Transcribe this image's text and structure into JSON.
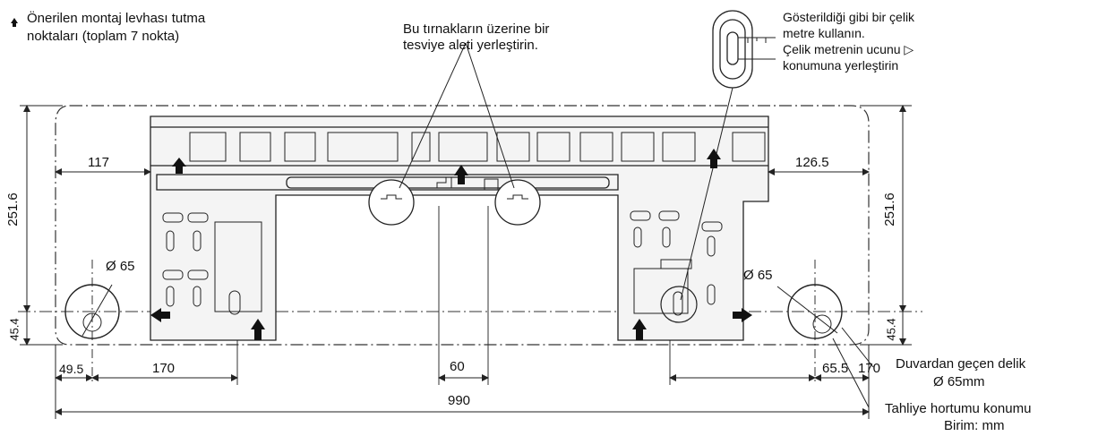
{
  "annotations": {
    "holding_points_line1": "Önerilen montaj levhası tutma",
    "holding_points_line2": "noktaları (toplam 7 nokta)",
    "level_line1": "Bu tırnakların üzerine bir",
    "level_line2": "tesviye aleti yerleştirin.",
    "tape_line1": "Gösterildiği gibi bir çelik",
    "tape_line2": "metre kullanın.",
    "tape_line3": "Çelik metrenin ucunu ▷",
    "tape_line4": "konumuna yerleştirin",
    "hole_line1": "Duvardan geçen delik",
    "hole_line2": "Ø 65mm",
    "drain": "Tahliye hortumu konumu",
    "unit": "Birim: mm"
  },
  "dimensions": {
    "left_offset": "117",
    "right_offset": "126.5",
    "height_left": "251.6",
    "height_right": "251.6",
    "low_left": "45.4",
    "low_right": "45.4",
    "left_hole_dia": "Ø 65",
    "right_hole_dia": "Ø 65",
    "left_edge": "49.5",
    "left_span": "170",
    "center": "60",
    "right_edge": "65.5",
    "right_span": "170",
    "total": "990"
  },
  "colors": {
    "line": "#222222",
    "plate_fill": "#f4f4f4",
    "arrow": "#111111"
  }
}
